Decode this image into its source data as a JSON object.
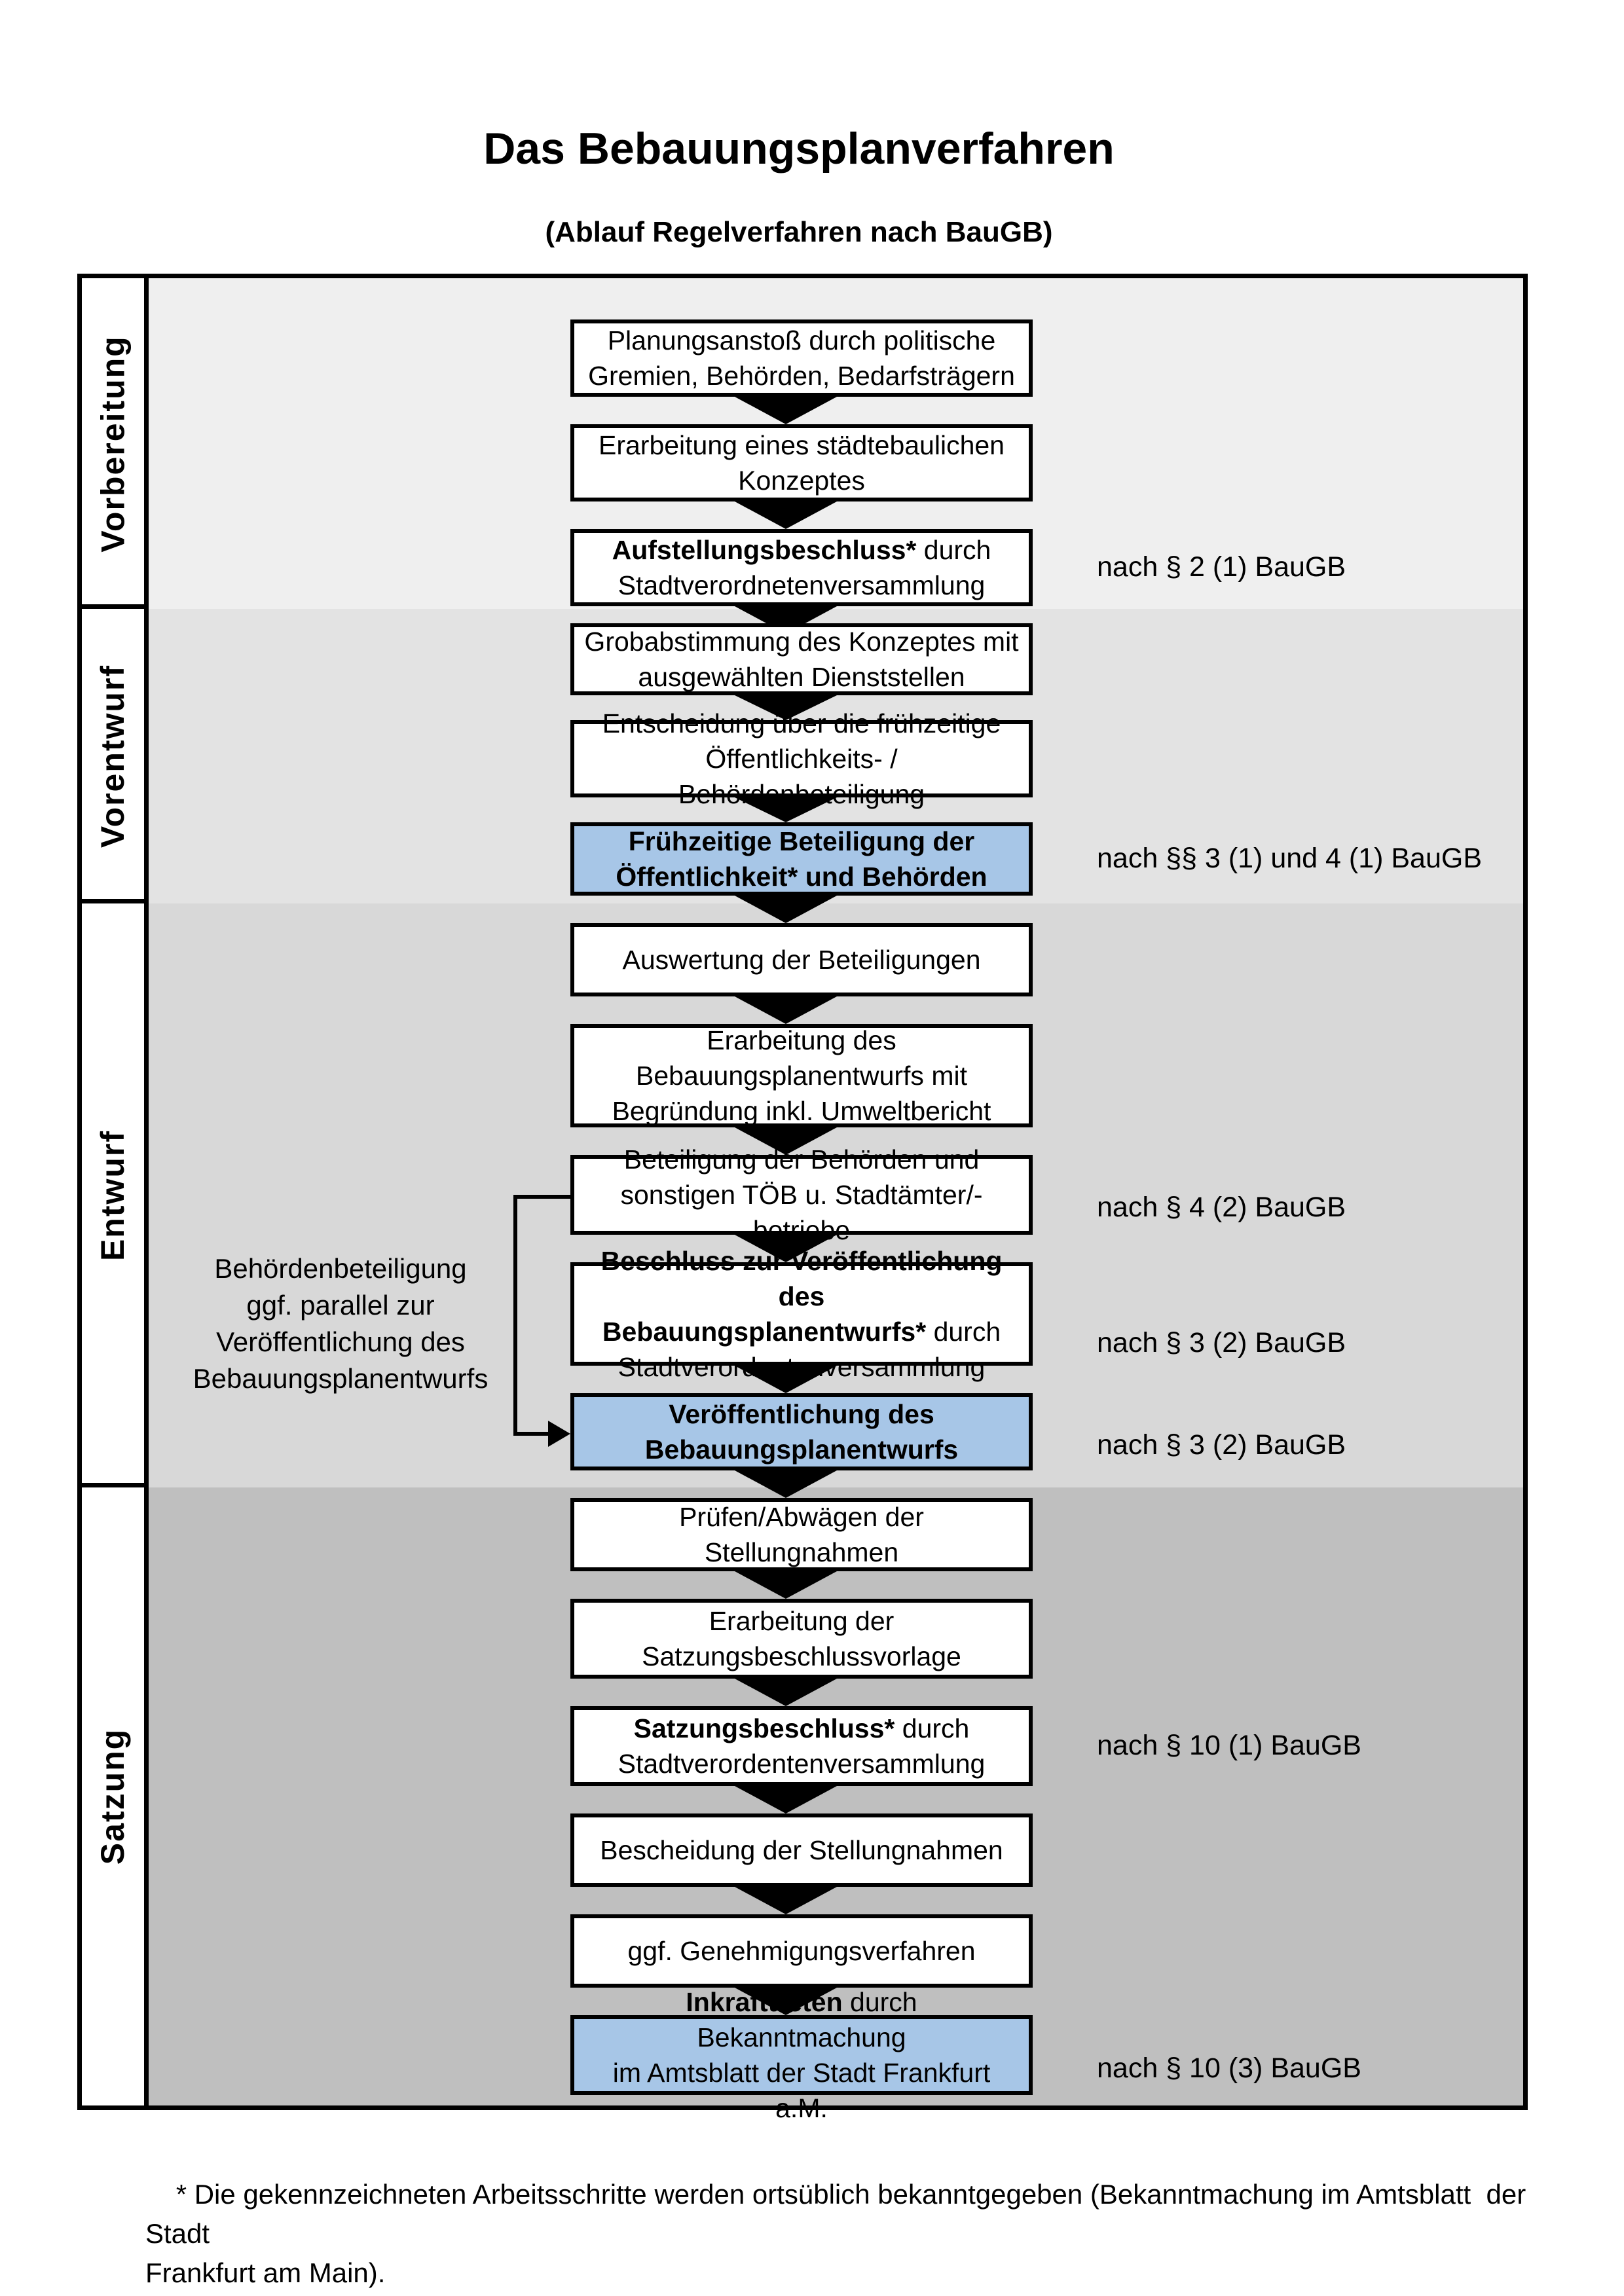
{
  "title": "Das Bebauungsplanverfahren",
  "subtitle": "(Ablauf Regelverfahren nach BauGB)",
  "phases": [
    {
      "label": "Vorbereitung"
    },
    {
      "label": "Vorentwurf"
    },
    {
      "label": "Entwurf"
    },
    {
      "label": "Satzung"
    }
  ],
  "steps": [
    {
      "line1": "Planungsanstoß durch politische",
      "line2": "Gremien, Behörden, Bedarfsträgern"
    },
    {
      "line1": "Erarbeitung eines städtebaulichen",
      "line2": "Konzeptes"
    },
    {
      "bold": "Aufstellungsbeschluss*",
      "rest1": " durch",
      "line2": "Stadtverordnetenversammlung"
    },
    {
      "line1": "Grobabstimmung des Konzeptes mit",
      "line2": "ausgewählten Dienststellen"
    },
    {
      "line1": "Entscheidung über die frühzeitige",
      "line2": "Öffentlichkeits- / Behördenbeteiligung"
    },
    {
      "line1": "Frühzeitige Beteiligung der",
      "line2": "Öffentlichkeit* und Behörden"
    },
    {
      "line1": "Auswertung der Beteiligungen"
    },
    {
      "line1": "Erarbeitung des",
      "line2": "Bebauungsplanentwurfs mit",
      "line3": "Begründung inkl. Umweltbericht"
    },
    {
      "line1": "Beteiligung der Behörden und",
      "line2": "sonstigen TÖB u. Stadtämter/-betriebe"
    },
    {
      "bold1": "Beschluss zur Veröffentlichung des",
      "bold2": "Bebauungsplanentwurfs*",
      "rest2": " durch",
      "line3": "Stadtverordnetenversammlung"
    },
    {
      "line1": "Veröffentlichung des",
      "line2": "Bebauungsplanentwurfs"
    },
    {
      "line1": "Prüfen/Abwägen der Stellungnahmen"
    },
    {
      "line1": "Erarbeitung der",
      "line2": "Satzungsbeschlussvorlage"
    },
    {
      "bold": "Satzungsbeschluss*",
      "rest1": " durch",
      "line2": "Stadtverordentenversammlung"
    },
    {
      "line1": "Bescheidung der Stellungnahmen"
    },
    {
      "line1": "ggf. Genehmigungsverfahren"
    },
    {
      "bold": "Inkrafttreten",
      "rest1": " durch Bekanntmachung",
      "line2": "im Amtsblatt der Stadt Frankfurt a.M."
    }
  ],
  "annotations": [
    {
      "text": "nach § 2 (1) BauGB"
    },
    {
      "text": "nach §§ 3 (1) und 4 (1) BauGB"
    },
    {
      "text": "nach § 4 (2) BauGB"
    },
    {
      "text": "nach § 3 (2) BauGB"
    },
    {
      "text": "nach § 3 (2) BauGB"
    },
    {
      "text": "nach § 10 (1) BauGB"
    },
    {
      "text": "nach § 10 (3) BauGB"
    }
  ],
  "side_note": {
    "line1": "Behördenbeteiligung",
    "line2": "ggf. parallel zur",
    "line3": "Veröffentlichung des",
    "line4": "Bebauungsplanentwurfs"
  },
  "footnote": {
    "line1": "* Die gekennzeichneten Arbeitsschritte werden ortsüblich bekanntgegeben (Bekanntmachung im Amtsblatt  der Stadt",
    "line2": "Frankfurt am Main)."
  },
  "colors": {
    "highlight_blue": "#a7c6e7",
    "band_vorbereitung": "#efefef",
    "band_vorentwurf": "#e3e3e3",
    "band_entwurf": "#d8d8d8",
    "band_satzung": "#bfbfbf",
    "box_border": "#000000"
  }
}
